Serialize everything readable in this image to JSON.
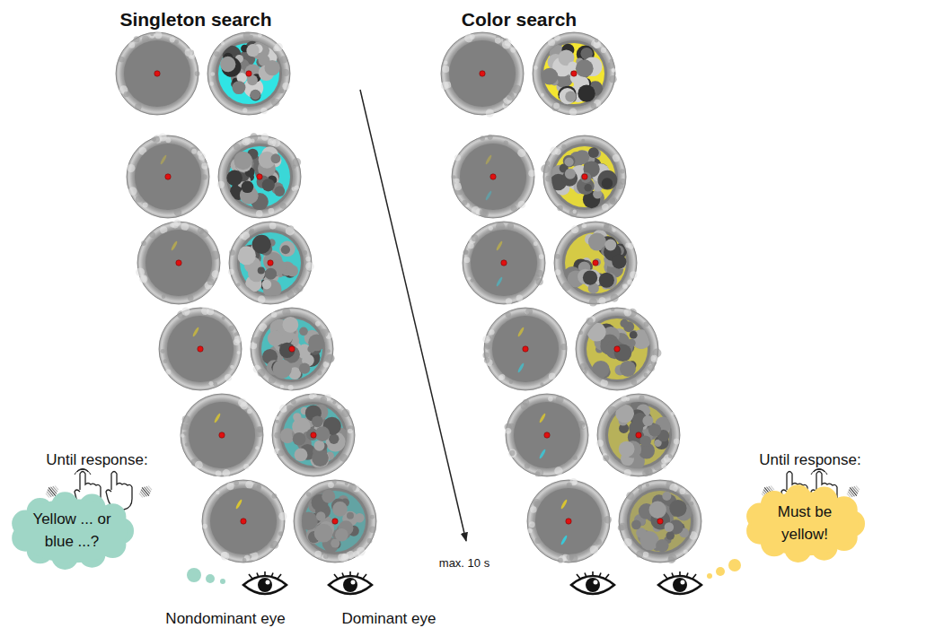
{
  "diagram": {
    "nodes": [
      {
        "text": [
          "Yellow ... or blue ...?"
        ]
      },
      {
        "text": [
          "Must be yellow!"
        ]
      }
    ],
    "labels": [
      "Singleton search",
      "Color search",
      "Until response:",
      "Until response:",
      "max. 10 s",
      "Nondominant eye",
      "Dominant eye"
    ]
  }
}
